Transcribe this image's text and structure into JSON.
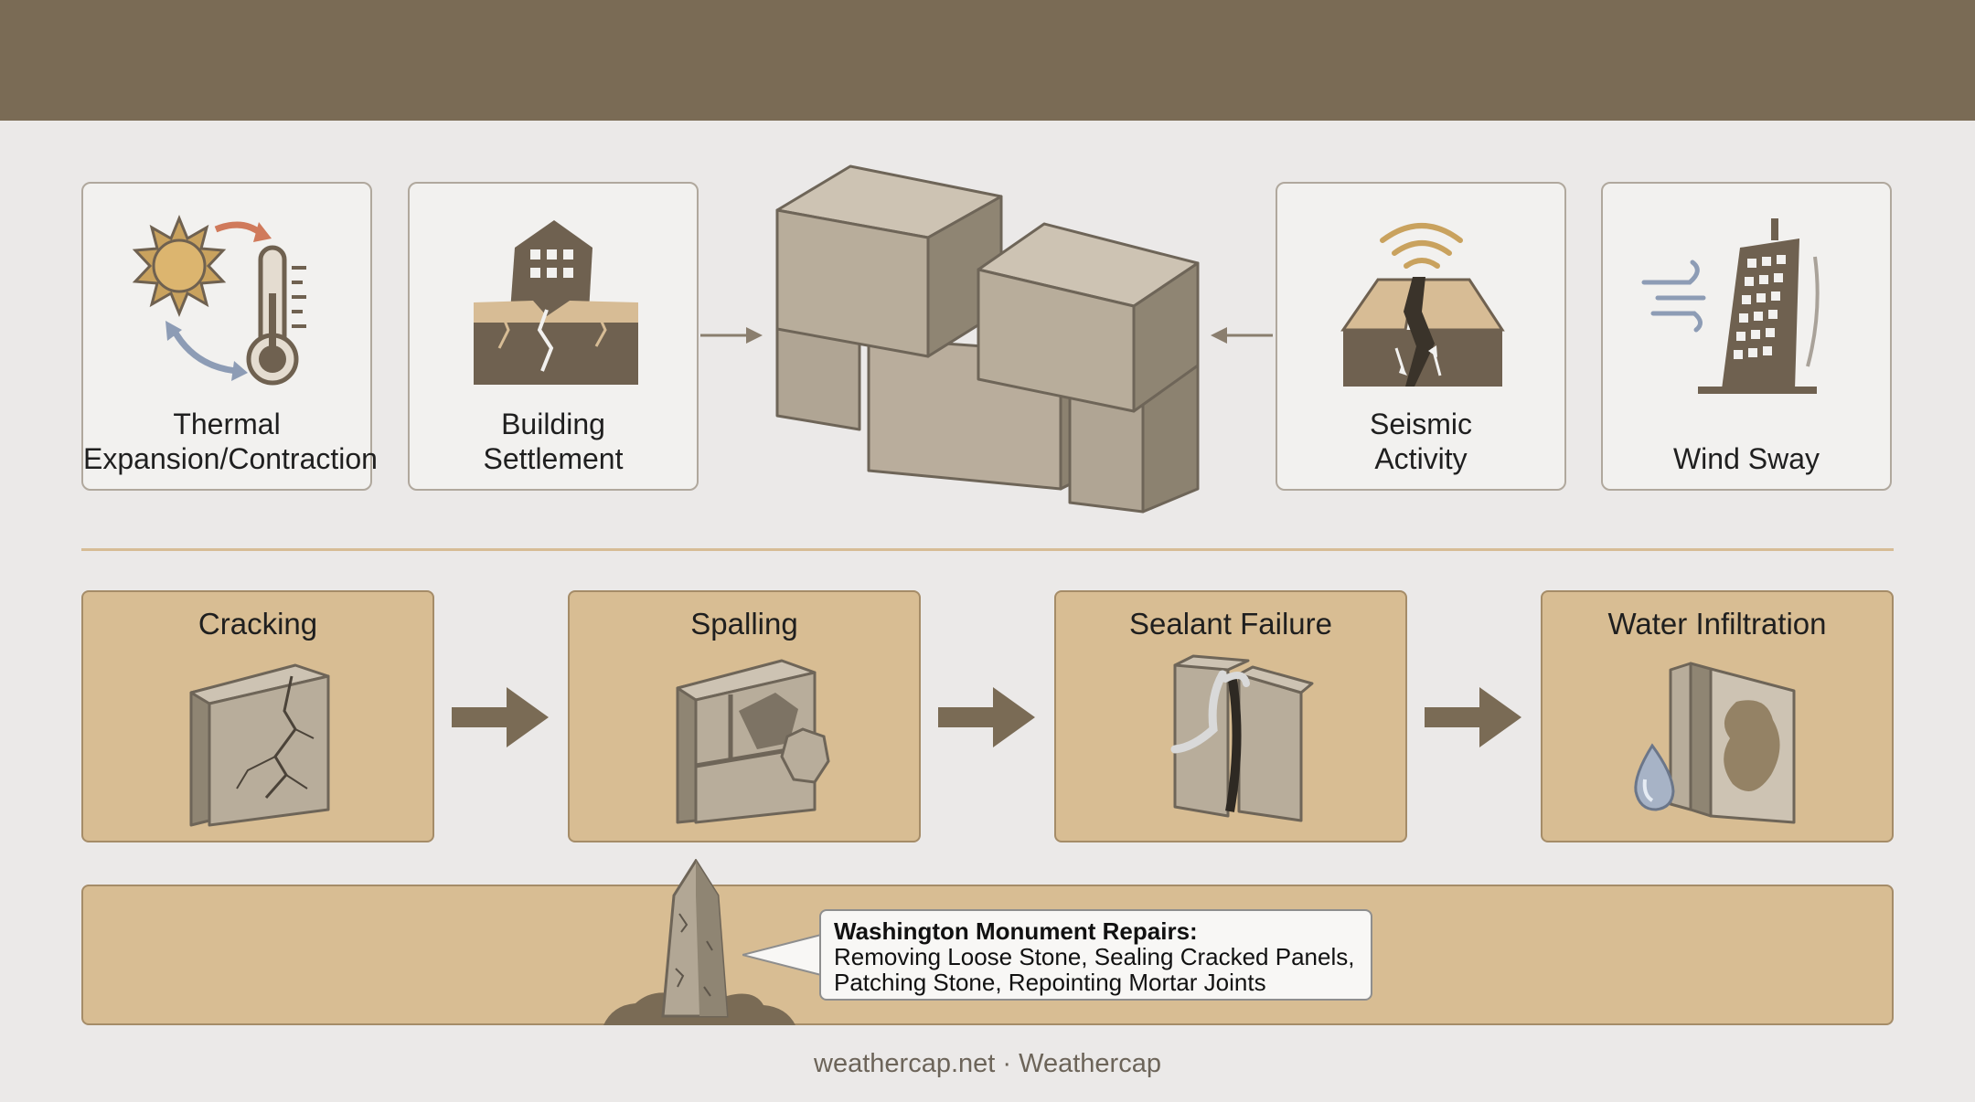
{
  "forces": [
    {
      "label": "Thermal\nExpansion/Contraction",
      "icon": "thermometer-sun-icon"
    },
    {
      "label": "Building\nSettlement",
      "icon": "building-settlement-icon"
    },
    {
      "label": "Seismic\nActivity",
      "icon": "seismic-crack-icon"
    },
    {
      "label": "Wind Sway",
      "icon": "wind-building-icon"
    }
  ],
  "failures": [
    {
      "label": "Cracking",
      "icon": "cracked-stone-icon"
    },
    {
      "label": "Spalling",
      "icon": "spalled-stone-icon"
    },
    {
      "label": "Sealant Failure",
      "icon": "sealant-joint-icon"
    },
    {
      "label": "Water Infiltration",
      "icon": "water-drop-stain-icon"
    }
  ],
  "callout": {
    "title": "Washington Monument Repairs:",
    "line1": "Removing Loose Stone, Sealing Cracked Panels,",
    "line2": "Patching Stone, Repointing Mortar Joints"
  },
  "footer": "weathercap.net · Weathercap",
  "colors": {
    "banner": "#7a6b55",
    "panel": "#d8bd93",
    "icon": "#6f6150",
    "background": "#ebe9e8"
  }
}
